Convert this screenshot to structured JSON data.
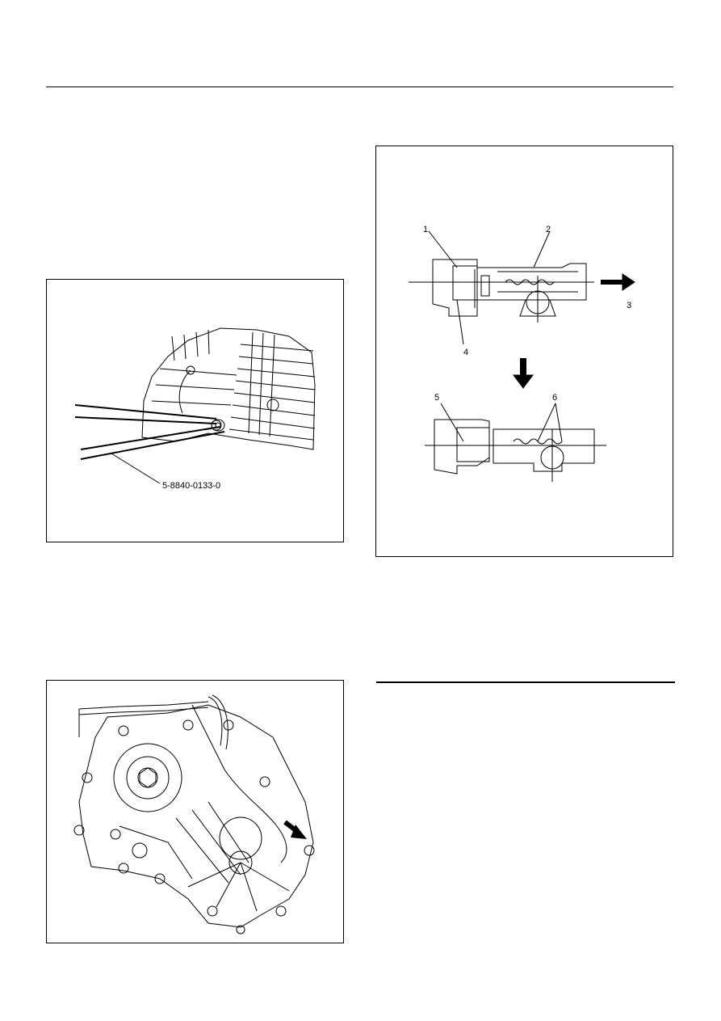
{
  "figures": {
    "tool_figure": {
      "tool_label": "5-8840-0133-0"
    },
    "shift_diagram": {
      "callouts": [
        "1",
        "2",
        "3",
        "4",
        "5",
        "6"
      ]
    },
    "transmission_figure": {}
  },
  "icons": {
    "arrow_right": "arrow-right-icon",
    "arrow_down": "arrow-down-icon",
    "arrow_diag": "arrow-diagonal-icon"
  }
}
